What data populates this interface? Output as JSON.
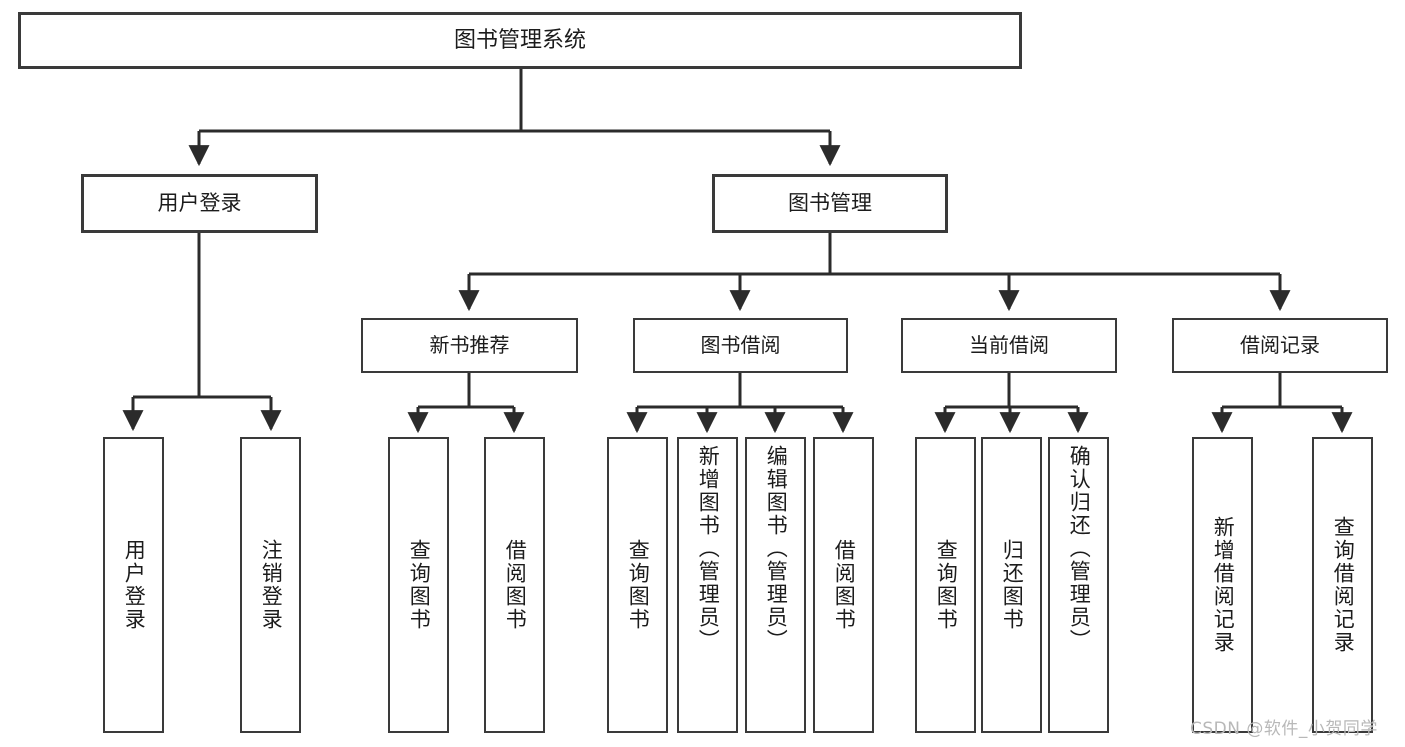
{
  "diagram": {
    "title": "图书管理系统",
    "type": "tree",
    "watermark": "CSDN @软件_小贺同学",
    "colors": {
      "background": "#ffffff",
      "box_border": "#3a3a3a",
      "box_fill": "#ffffff",
      "text": "#1c1c1c",
      "connector": "#2b2b2b",
      "watermark": "#b8b8b8"
    },
    "root": {
      "label": "图书管理系统"
    },
    "level2": [
      {
        "label": "用户登录"
      },
      {
        "label": "图书管理"
      }
    ],
    "level3": [
      {
        "label": "新书推荐"
      },
      {
        "label": "图书借阅"
      },
      {
        "label": "当前借阅"
      },
      {
        "label": "借阅记录"
      }
    ],
    "leaves": {
      "user_login": [
        {
          "label": "用户登录"
        },
        {
          "label": "注销登录"
        }
      ],
      "new_book_recommend": [
        {
          "label": "查询图书"
        },
        {
          "label": "借阅图书"
        }
      ],
      "book_borrow": [
        {
          "label": "查询图书"
        },
        {
          "label": "新增图书（管理员）"
        },
        {
          "label": "编辑图书（管理员）"
        },
        {
          "label": "借阅图书"
        }
      ],
      "current_borrow": [
        {
          "label": "查询图书"
        },
        {
          "label": "归还图书"
        },
        {
          "label": "确认归还（管理员）"
        }
      ],
      "borrow_record": [
        {
          "label": "新增借阅记录"
        },
        {
          "label": "查询借阅记录"
        }
      ]
    }
  }
}
